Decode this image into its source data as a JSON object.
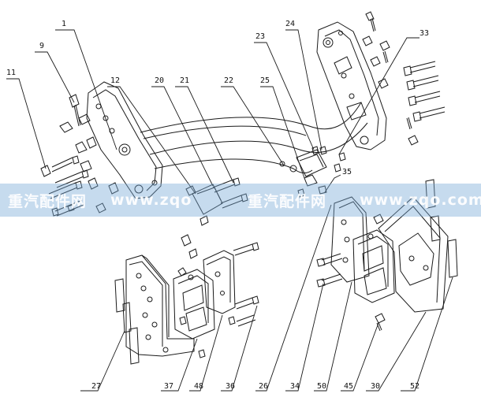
{
  "callouts": {
    "c1": "1",
    "c9": "9",
    "c11": "11",
    "c12": "12",
    "c20": "20",
    "c21": "21",
    "c22": "22",
    "c23": "23",
    "c24": "24",
    "c25": "25",
    "c33": "33",
    "c35": "35",
    "c26": "26",
    "c27": "27",
    "c30": "30",
    "c34": "34",
    "c36": "36",
    "c37": "37",
    "c45": "45",
    "c48": "48",
    "c50": "50",
    "c52": "52"
  },
  "watermark": {
    "left_cn": "重汽配件网",
    "left_url": "www.zqo",
    "right_cn": "重汽配件网",
    "right_url": "www.zqo.com"
  },
  "colors": {
    "line": "#1a1a1a",
    "watermark_band": "#78aad7"
  }
}
